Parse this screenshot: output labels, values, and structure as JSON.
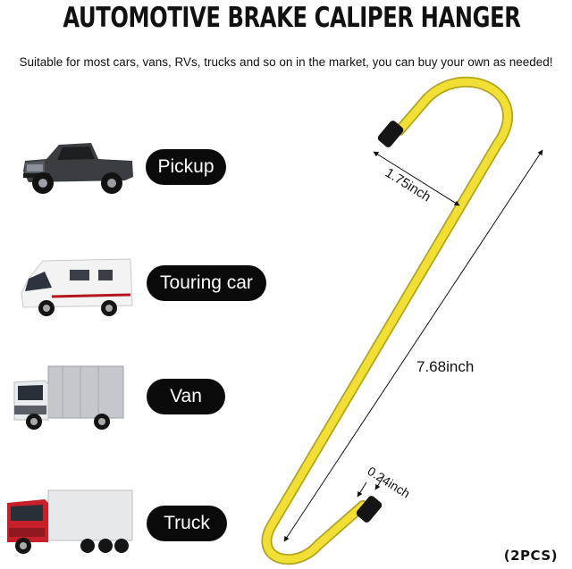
{
  "header": {
    "title": "AUTOMOTIVE BRAKE CALIPER HANGER",
    "subtitle": "Suitable for most cars, vans, RVs, trucks and so on in the market, you can buy your own as needed!"
  },
  "vehicles": [
    {
      "label": "Pickup",
      "icon": "pickup-truck-icon"
    },
    {
      "label": "Touring car",
      "icon": "motorhome-icon"
    },
    {
      "label": "Van",
      "icon": "box-truck-icon"
    },
    {
      "label": "Truck",
      "icon": "semi-truck-icon"
    }
  ],
  "dimensions": {
    "hook_opening": "1.75inch",
    "total_length": "7.68inch",
    "wire_diameter": "0.24inch"
  },
  "footer": {
    "quantity": "(2PCS)"
  },
  "colors": {
    "hook": "#f2df36",
    "hook_outline": "#b3a41d",
    "pill": "#0a0a0a",
    "cap": "#151515"
  }
}
